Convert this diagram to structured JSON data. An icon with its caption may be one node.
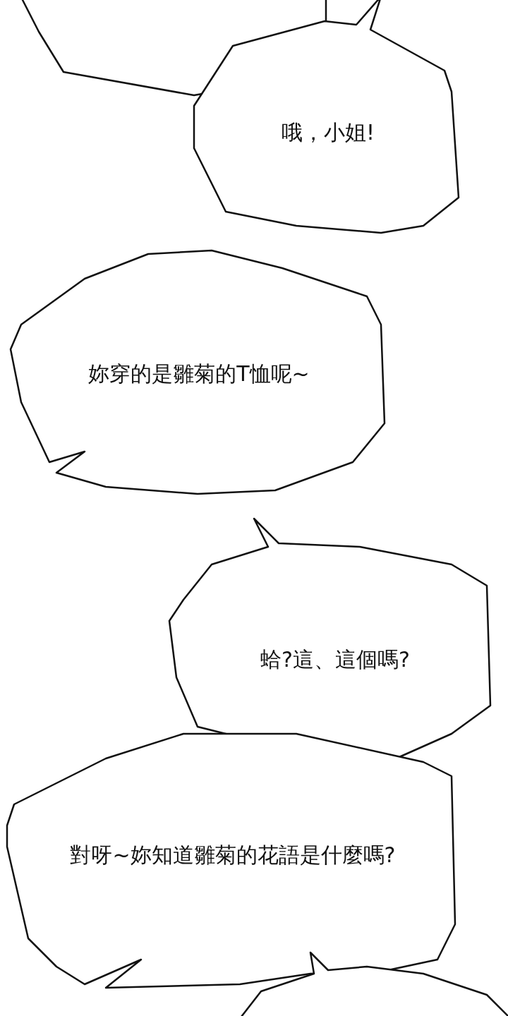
{
  "diagram": {
    "nodes": [
      {
        "text": [],
        "shape": "bubble"
      },
      {
        "text": [
          "哦，小姐!"
        ]
      },
      {
        "text": [
          "妳穿的是雛菊的T恤呢~"
        ]
      },
      {
        "text": [
          "蛤?這、這個嗎?"
        ]
      },
      {
        "text": [
          "對呀~妳知道雛菊的花語是什麼嗎?"
        ]
      },
      {
        "text": [],
        "shape": "bubble"
      }
    ]
  }
}
